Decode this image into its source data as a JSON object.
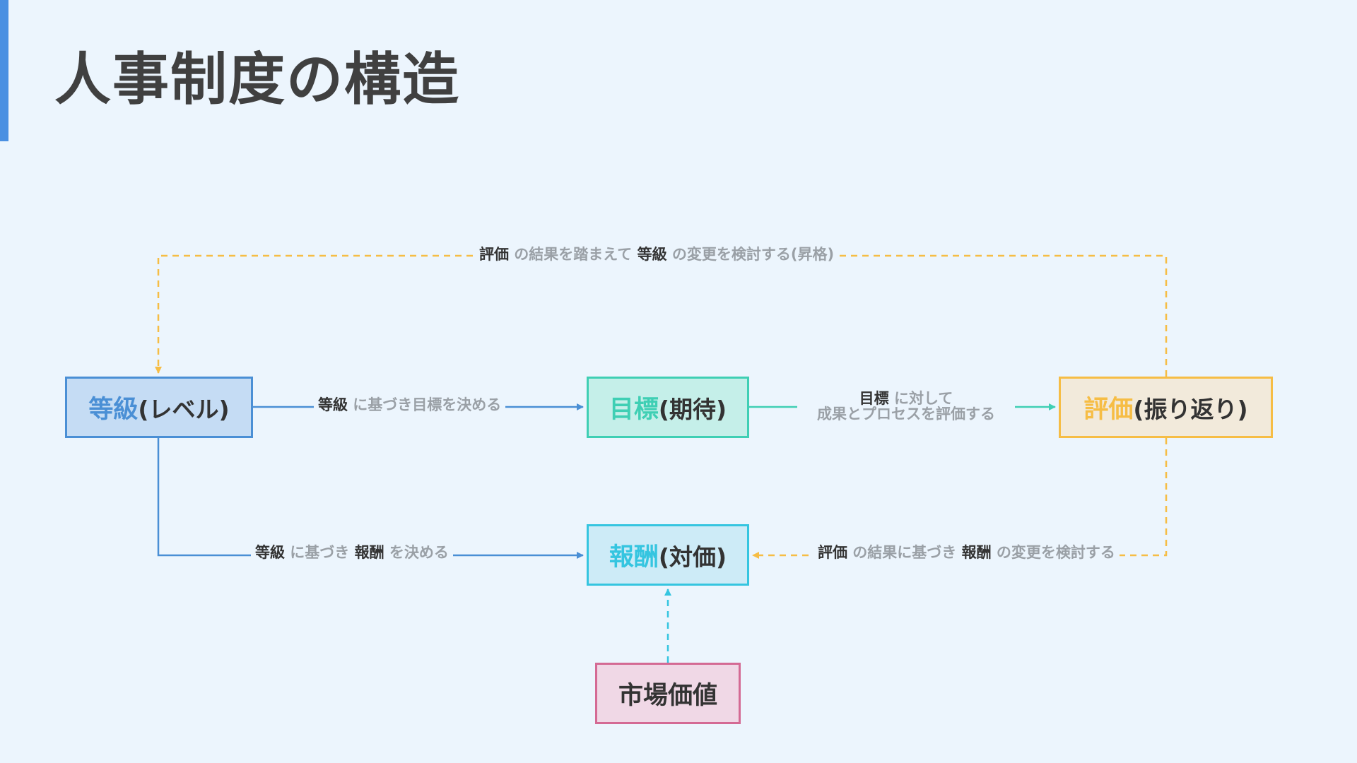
{
  "title": "人事制度の構造",
  "colors": {
    "grade": "#4a8fd5",
    "goal": "#3fcfb4",
    "evaluation": "#f6bd45",
    "reward": "#35c5e0",
    "market": "#d46a94",
    "accent_bar": "#4a90e2"
  },
  "nodes": {
    "grade": {
      "keyword": "等級",
      "suffix": "(レベル)"
    },
    "goal": {
      "keyword": "目標",
      "suffix": "(期待)"
    },
    "evaluation": {
      "keyword": "評価",
      "suffix": "(振り返り)"
    },
    "reward": {
      "keyword": "報酬",
      "suffix": "(対価)"
    },
    "market": {
      "label": "市場価値"
    }
  },
  "edges": {
    "evaluation_to_grade": {
      "kw1": "評価",
      "t1": " の結果を踏まえて ",
      "kw2": "等級",
      "t2": " の変更を検討する(昇格)"
    },
    "grade_to_goal": {
      "kw1": "等級",
      "t1": " に基づき目標を決める"
    },
    "goal_to_evaluation": {
      "kw1": "目標",
      "t1": " に対して",
      "line2": "成果とプロセスを評価する"
    },
    "grade_to_reward": {
      "kw1": "等級",
      "t1": " に基づき ",
      "kw2": "報酬",
      "t2": " を決める"
    },
    "evaluation_to_reward": {
      "kw1": "評価",
      "t1": " の結果に基づき ",
      "kw2": "報酬",
      "t2": " の変更を検討する"
    }
  }
}
